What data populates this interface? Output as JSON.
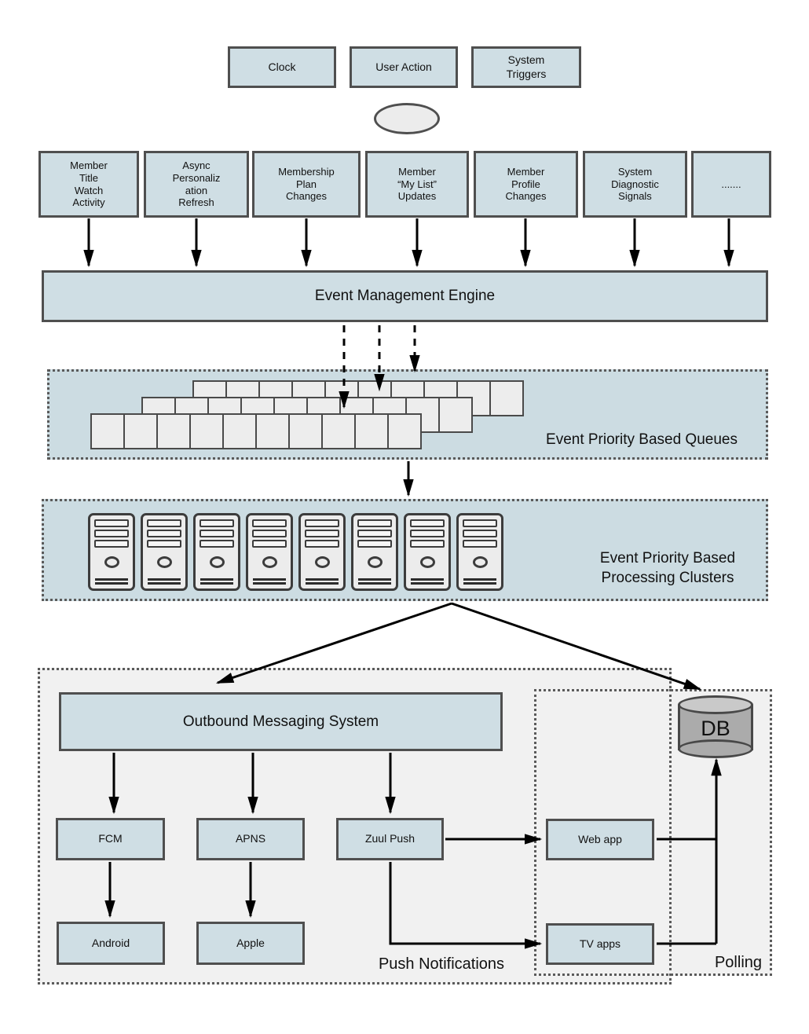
{
  "colors": {
    "box_fill": "#cfdee4",
    "blue_region_fill": "#ccdce2",
    "gray_region_fill": "#f1f1f1",
    "border": "#4f4f4f",
    "arrow": "#000000",
    "queue_cell_fill": "#ededed",
    "db_fill": "#ababab"
  },
  "triggers": [
    {
      "label": "Clock"
    },
    {
      "label": "User Action"
    },
    {
      "label": "System\nTriggers"
    }
  ],
  "event_sources": [
    {
      "label": "Member\nTitle\nWatch\nActivity"
    },
    {
      "label": "Async\nPersonaliz\nation\nRefresh"
    },
    {
      "label": "Membership\nPlan\nChanges"
    },
    {
      "label": "Member\n“My List”\nUpdates"
    },
    {
      "label": "Member\nProfile\nChanges"
    },
    {
      "label": "System\nDiagnostic\nSignals"
    },
    {
      "label": "......."
    }
  ],
  "engine": {
    "label": "Event Management Engine"
  },
  "queues": {
    "label": "Event Priority Based Queues",
    "strip_count": 3,
    "cells_per_strip": 10
  },
  "clusters": {
    "label": "Event Priority Based\nProcessing Clusters",
    "server_count": 8
  },
  "outbound": {
    "label": "Outbound Messaging System"
  },
  "push_channels": [
    {
      "label": "FCM"
    },
    {
      "label": "APNS"
    },
    {
      "label": "Zuul Push"
    }
  ],
  "devices": [
    {
      "label": "Android"
    },
    {
      "label": "Apple"
    }
  ],
  "apps": [
    {
      "label": "Web app"
    },
    {
      "label": "TV apps"
    }
  ],
  "db": {
    "label": "DB"
  },
  "region_labels": {
    "push": "Push Notifications",
    "polling": "Polling"
  }
}
